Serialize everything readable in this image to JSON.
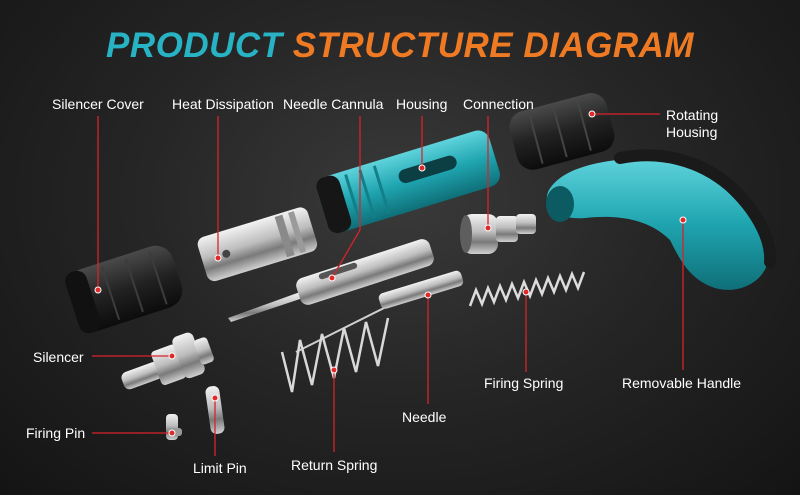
{
  "title": {
    "part1": "PRODUCT",
    "part2": "STRUCTURE DIAGRAM"
  },
  "labels": {
    "silencer_cover": "Silencer Cover",
    "heat_dissipation": "Heat Dissipation",
    "needle_cannula": "Needle Cannula",
    "housing": "Housing",
    "connection": "Connection",
    "rotating_housing_1": "Rotating",
    "rotating_housing_2": "Housing",
    "silencer": "Silencer",
    "firing_pin": "Firing Pin",
    "limit_pin": "Limit Pin",
    "return_spring": "Return Spring",
    "needle": "Needle",
    "firing_spring": "Firing Spring",
    "removable_handle": "Removable Handle"
  },
  "colors": {
    "accent_teal": "#27b3c4",
    "accent_orange": "#ef7a24",
    "leader_red": "#d8232a",
    "label_white": "#ffffff"
  }
}
